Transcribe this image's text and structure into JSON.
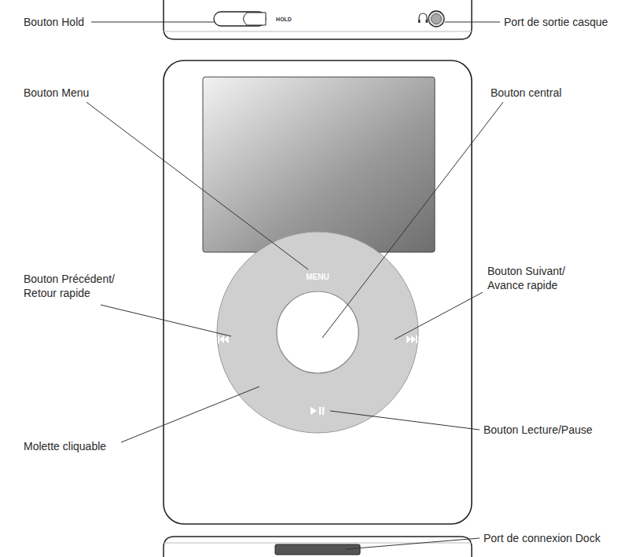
{
  "diagram": {
    "labels": [
      "Bouton Hold",
      "HOLD",
      "Port de sortie casque",
      "Bouton Menu",
      "Bouton central",
      "MENU",
      "Bouton Précédent/ Retour rapide",
      "Bouton Suivant/ Avance rapide",
      "Molette cliquable",
      "Bouton Lecture/Pause",
      "Port de connexion Dock"
    ]
  }
}
